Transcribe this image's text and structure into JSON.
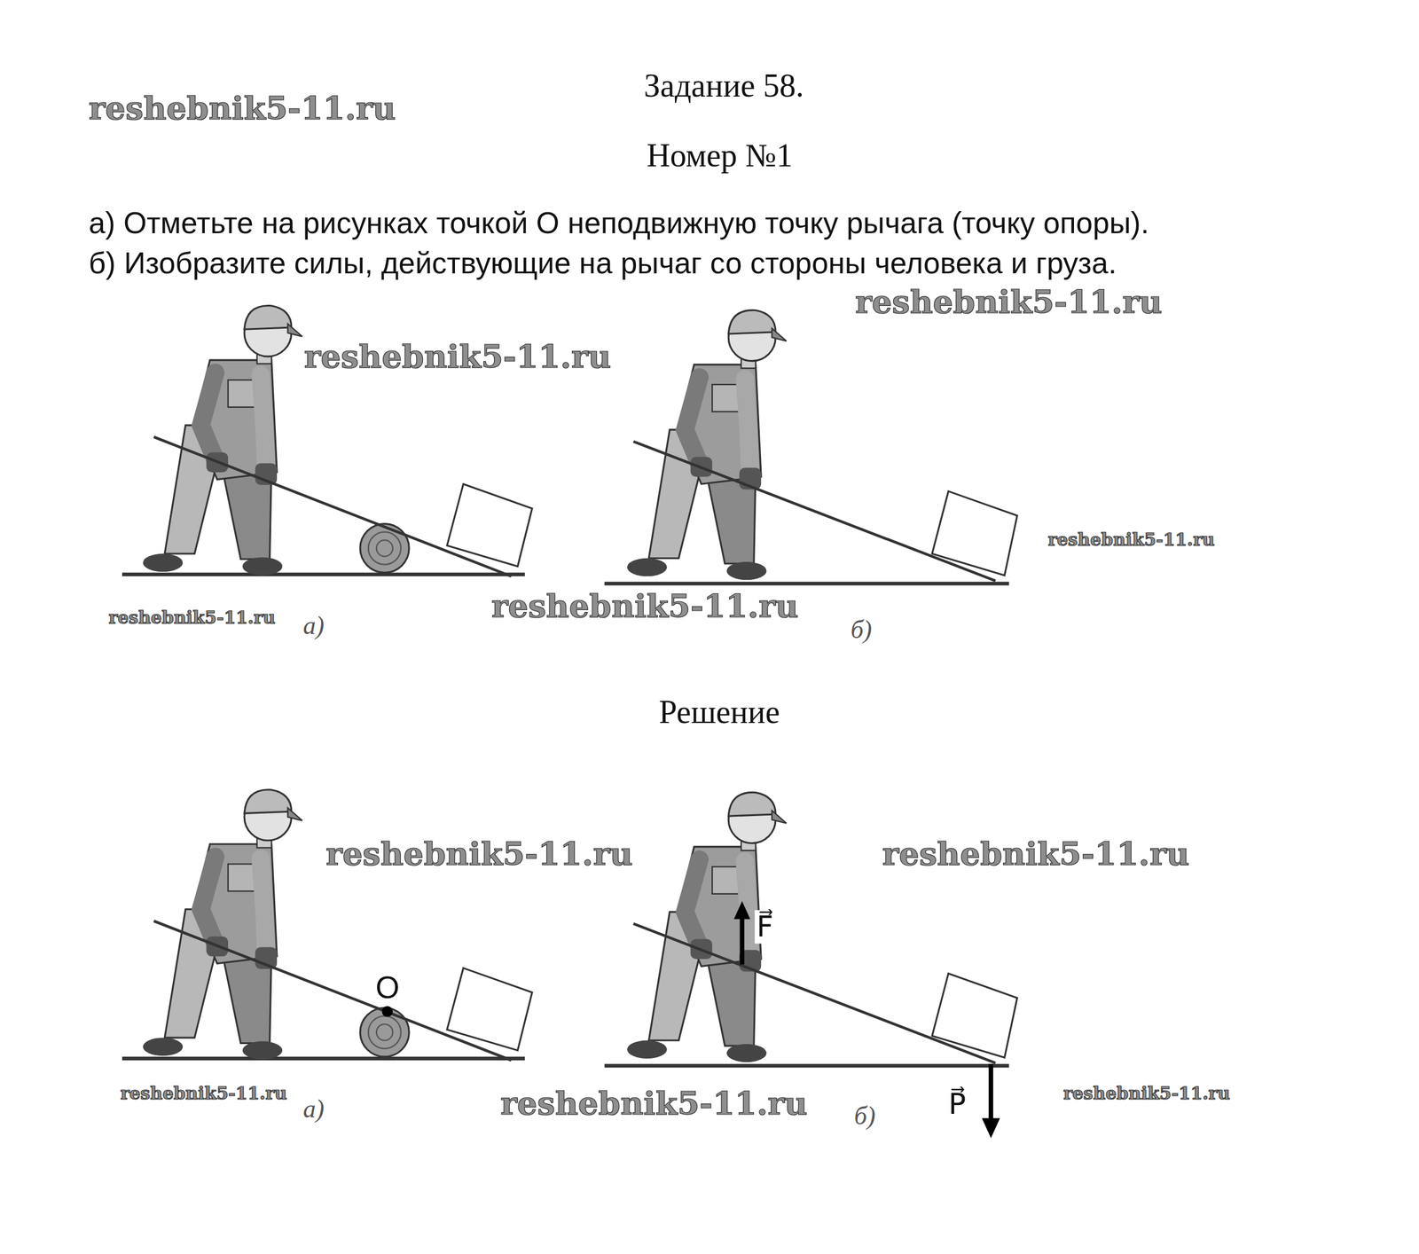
{
  "diagram": {
    "title": "Задание 58.",
    "labels": [
      "Номер №1",
      "а) Отметьте на рисунках точкой О неподвижную точку рычага (точку опоры).",
      "б) Изобразите силы, действующие на рычаг со стороны человека и груза.",
      "Решение",
      "а)",
      "б)",
      "а)",
      "б)",
      "О",
      "F⃗",
      "P⃗",
      "reshebnik5-11.ru",
      "reshebnik5-11.ru",
      "reshebnik5-11.ru",
      "reshebnik5-11.ru",
      "reshebnik5-11.ru",
      "reshebnik5-11.ru",
      "reshebnik5-11.ru",
      "reshebnik5-11.ru",
      "reshebnik5-11.ru",
      "reshebnik5-11.ru",
      "reshebnik5-11.ru"
    ]
  }
}
